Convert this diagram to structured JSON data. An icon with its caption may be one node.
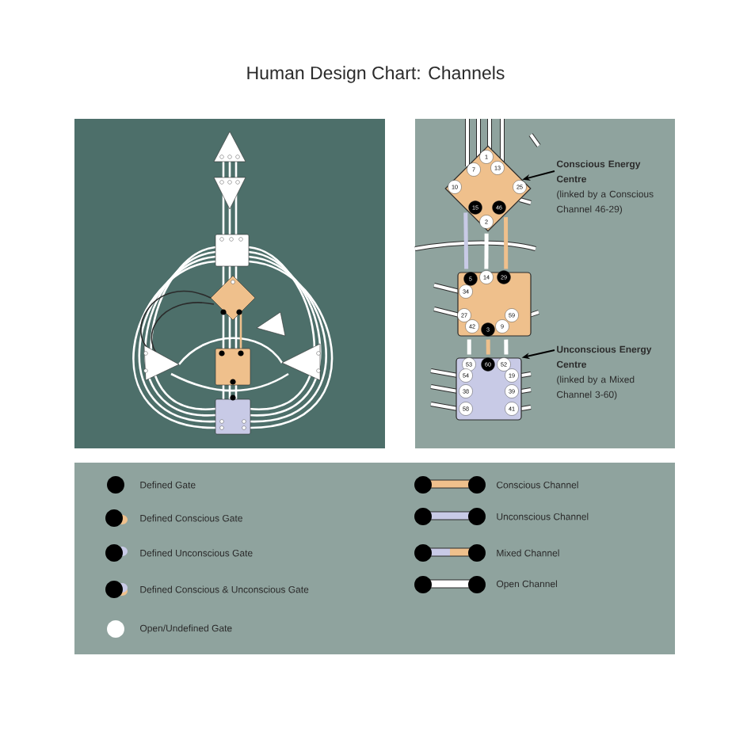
{
  "diagram": {
    "title": "Human Design Chart: Channels",
    "nodes": [
      {
        "text": [
          "1",
          "7",
          "13",
          "10",
          "25",
          "15",
          "46",
          "2"
        ]
      },
      {
        "text": [
          "5",
          "14",
          "29",
          "34",
          "27",
          "59",
          "42",
          "3",
          "9"
        ]
      },
      {
        "text": [
          "53",
          "60",
          "52",
          "54",
          "19",
          "38",
          "39",
          "58",
          "41"
        ]
      },
      {
        "text": [
          "Conscious Energy Centre",
          "(linked by a Conscious Channel 46-29)"
        ]
      },
      {
        "text": [
          "Unconscious Energy Centre",
          "(linked by a Mixed Channel 3-60)"
        ]
      }
    ],
    "edges": [
      {
        "from": 3,
        "to": 0,
        "arrow": "to",
        "color": "#000000"
      },
      {
        "from": 4,
        "to": 2,
        "arrow": "to",
        "color": "#000000"
      },
      {
        "from": 0,
        "to": 1,
        "arrow": "none",
        "color": "#c8cae6"
      },
      {
        "from": 0,
        "to": 1,
        "arrow": "none"
      },
      {
        "from": 0,
        "to": 1,
        "arrow": "none",
        "color": "#efc08c"
      },
      {
        "from": 1,
        "to": 2,
        "arrow": "none"
      },
      {
        "from": 1,
        "to": 2,
        "arrow": "none",
        "color": "#efc08c"
      },
      {
        "from": 1,
        "to": 2,
        "arrow": "none"
      }
    ],
    "legend": [
      {
        "text": "Defined Gate"
      },
      {
        "text": "Defined Conscious Gate"
      },
      {
        "text": "Defined Unconscious Gate"
      },
      {
        "text": "Defined Conscious & Unconscious Gate"
      },
      {
        "text": "Open/Undefined Gate"
      },
      {
        "text": "Conscious Channel"
      },
      {
        "text": "Unconscious Channel"
      },
      {
        "text": "Mixed Channel"
      },
      {
        "text": "Open Channel"
      }
    ]
  }
}
